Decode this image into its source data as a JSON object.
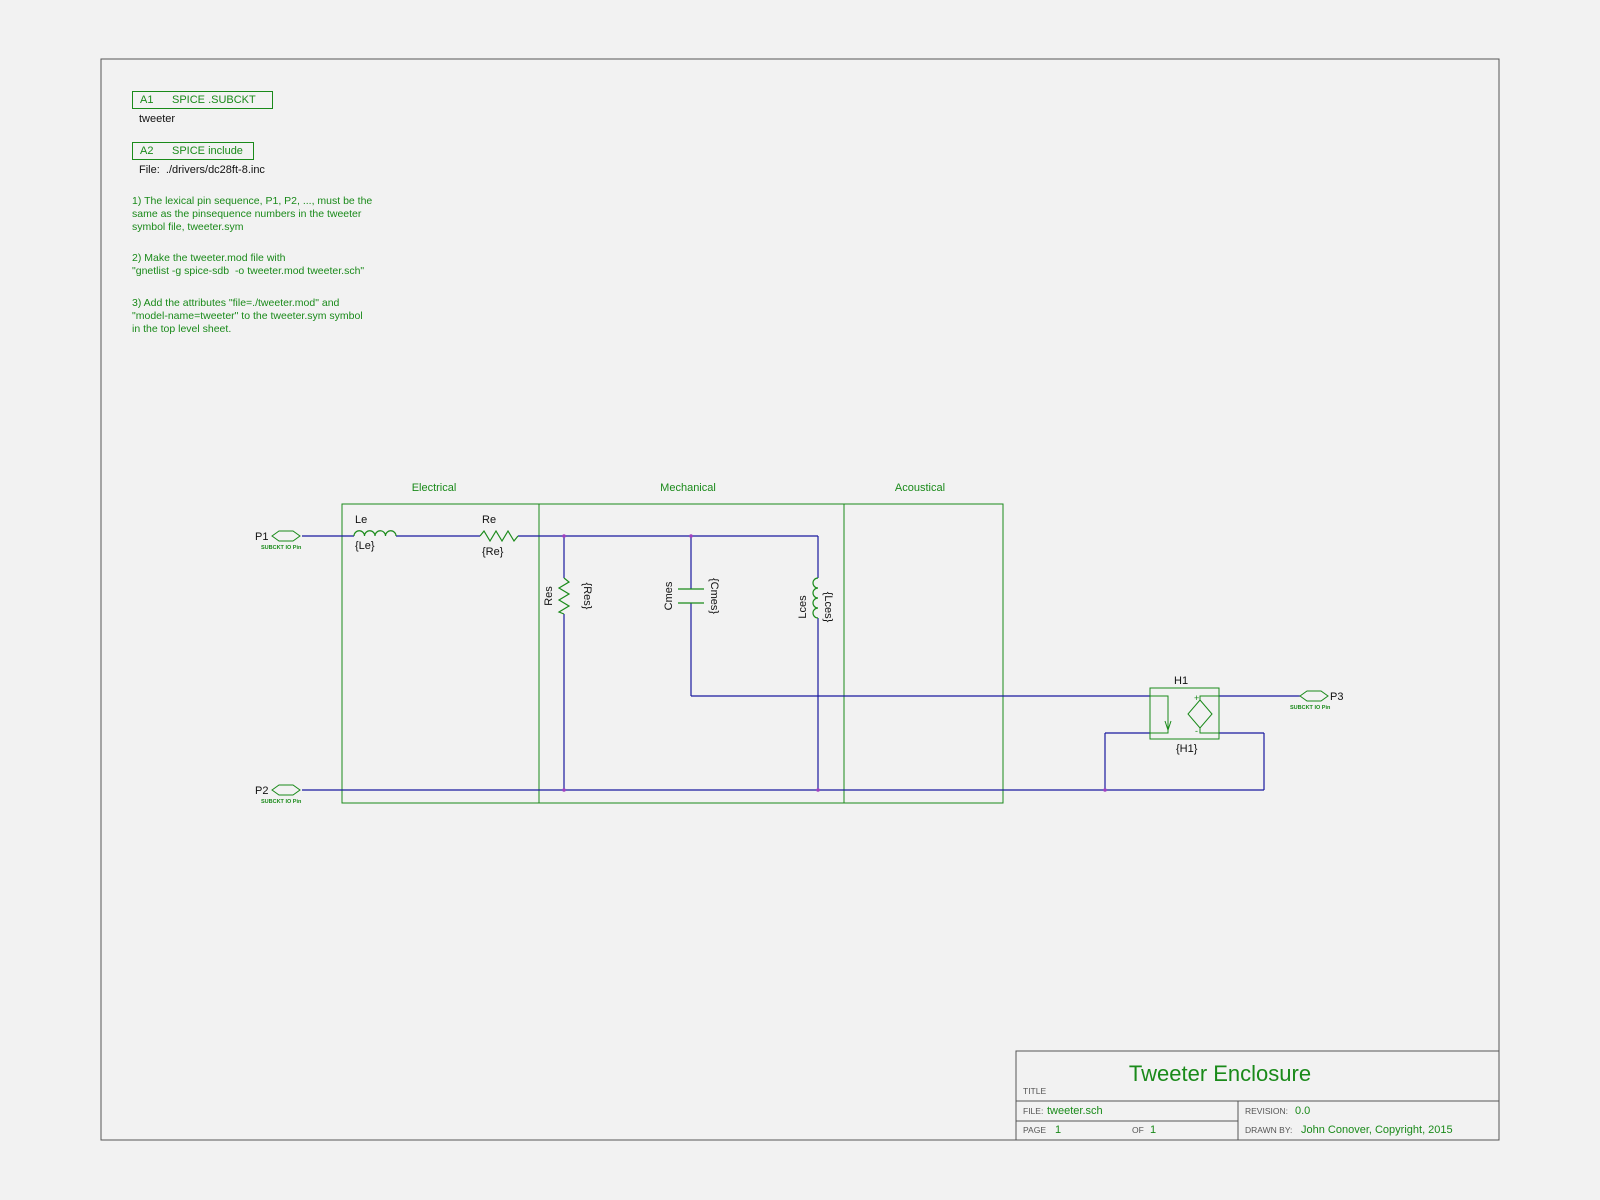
{
  "attributes": [
    {
      "id": "A1",
      "label": "SPICE .SUBCKT",
      "value": "tweeter"
    },
    {
      "id": "A2",
      "label": "SPICE include",
      "value": "File:  ./drivers/dc28ft-8.inc"
    }
  ],
  "notes": [
    "1) The lexical pin sequence, P1, P2, ..., must be the\nsame as the pinsequence numbers in the tweeter\nsymbol file, tweeter.sym",
    "2) Make the tweeter.mod file with\n\"gnetlist -g spice-sdb  -o tweeter.mod tweeter.sch\"",
    "3) Add the attributes \"file=./tweeter.mod\" and\n\"model-name=tweeter\" to the tweeter.sym symbol\nin the top level sheet."
  ],
  "sections": {
    "electrical": "Electrical",
    "mechanical": "Mechanical",
    "acoustical": "Acoustical"
  },
  "ports": {
    "p1": {
      "label": "P1",
      "type": "SUBCKT IO Pin"
    },
    "p2": {
      "label": "P2",
      "type": "SUBCKT IO Pin"
    },
    "p3": {
      "label": "P3",
      "type": "SUBCKT IO Pin"
    }
  },
  "components": {
    "le": {
      "refdes": "Le",
      "value": "{Le}"
    },
    "re": {
      "refdes": "Re",
      "value": "{Re}"
    },
    "res": {
      "refdes": "Res",
      "value": "{Res}"
    },
    "cmes": {
      "refdes": "Cmes",
      "value": "{Cmes}"
    },
    "lces": {
      "refdes": "Lces",
      "value": "{Lces}"
    },
    "h1": {
      "refdes": "H1",
      "value": "{H1}",
      "plus": "+",
      "minus": "-"
    }
  },
  "title_block": {
    "title": "Tweeter Enclosure",
    "title_label": "TITLE",
    "file_label": "FILE:",
    "file": "tweeter.sch",
    "revision_label": "REVISION:",
    "revision": "0.0",
    "page_label": "PAGE",
    "page": "1",
    "of_label": "OF",
    "of": "1",
    "drawn_by_label": "DRAWN BY:",
    "drawn_by": "John Conover, Copyright, 2015"
  },
  "colors": {
    "green": "#1a8a1a",
    "wire": "#1a1aa0",
    "junction": "#a040c0",
    "border": "#555555"
  }
}
